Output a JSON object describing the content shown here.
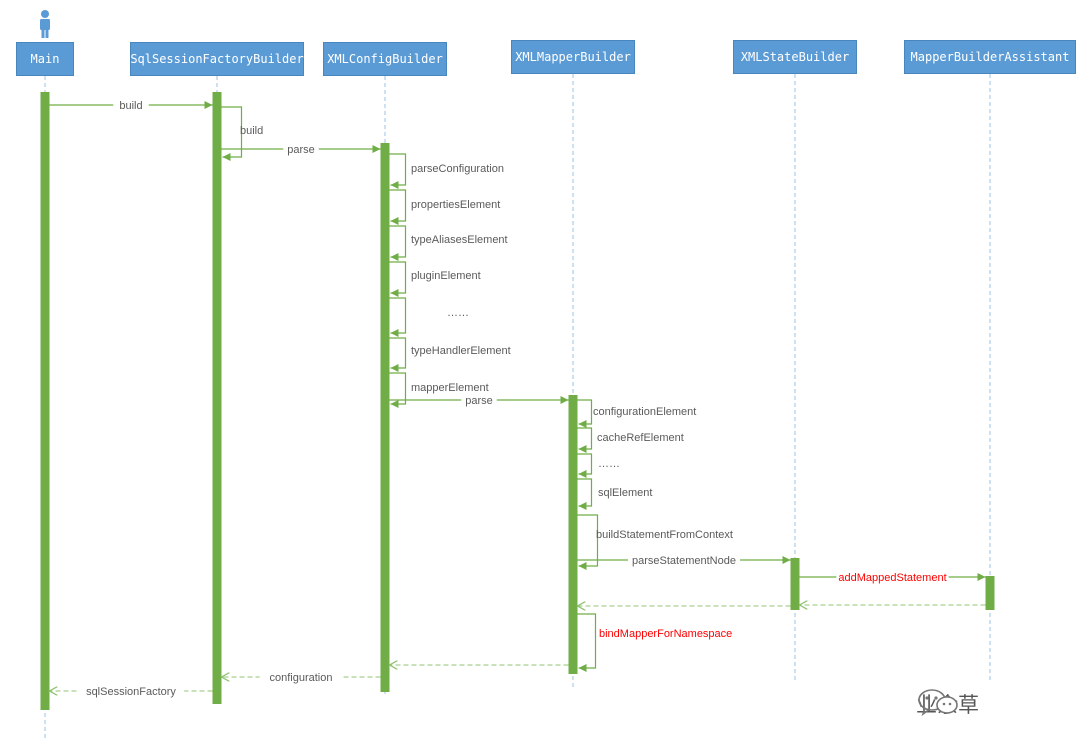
{
  "colors": {
    "header_fill": "#5b9bd5",
    "activation": "#70ad47",
    "message": "#70ad47",
    "return": "#a9d18e",
    "lifeline": "#9dc3e6",
    "label": "#5a5a5a",
    "highlight": "#ff0000"
  },
  "actor": {
    "icon": "person-icon"
  },
  "participants": [
    {
      "id": "main",
      "label": "Main"
    },
    {
      "id": "ssfb",
      "label": "SqlSessionFactoryBuilder"
    },
    {
      "id": "xcb",
      "label": "XMLConfigBuilder"
    },
    {
      "id": "xmb",
      "label": "XMLMapperBuilder"
    },
    {
      "id": "xsb",
      "label": "XMLStateBuilder"
    },
    {
      "id": "mba",
      "label": "MapperBuilderAssistant"
    }
  ],
  "messages": [
    {
      "label": "build",
      "from": "main",
      "to": "ssfb",
      "kind": "call"
    },
    {
      "label": "build",
      "from": "ssfb",
      "to": "ssfb",
      "kind": "self"
    },
    {
      "label": "parse",
      "from": "ssfb",
      "to": "xcb",
      "kind": "call"
    },
    {
      "label": "parseConfiguration",
      "from": "xcb",
      "to": "xcb",
      "kind": "self"
    },
    {
      "label": "propertiesElement",
      "from": "xcb",
      "to": "xcb",
      "kind": "self"
    },
    {
      "label": "typeAliasesElement",
      "from": "xcb",
      "to": "xcb",
      "kind": "self"
    },
    {
      "label": "pluginElement",
      "from": "xcb",
      "to": "xcb",
      "kind": "self"
    },
    {
      "label": "……",
      "from": "xcb",
      "to": "xcb",
      "kind": "self"
    },
    {
      "label": "typeHandlerElement",
      "from": "xcb",
      "to": "xcb",
      "kind": "self"
    },
    {
      "label": "mapperElement",
      "from": "xcb",
      "to": "xcb",
      "kind": "self"
    },
    {
      "label": "parse",
      "from": "xcb",
      "to": "xmb",
      "kind": "call"
    },
    {
      "label": "configurationElement",
      "from": "xmb",
      "to": "xmb",
      "kind": "self"
    },
    {
      "label": "cacheRefElement",
      "from": "xmb",
      "to": "xmb",
      "kind": "self"
    },
    {
      "label": "……",
      "from": "xmb",
      "to": "xmb",
      "kind": "self"
    },
    {
      "label": "sqlElement",
      "from": "xmb",
      "to": "xmb",
      "kind": "self"
    },
    {
      "label": "buildStatementFromContext",
      "from": "xmb",
      "to": "xmb",
      "kind": "self"
    },
    {
      "label": "parseStatementNode",
      "from": "xmb",
      "to": "xsb",
      "kind": "call"
    },
    {
      "label": "addMappedStatement",
      "from": "xsb",
      "to": "mba",
      "kind": "call",
      "highlight": true
    },
    {
      "label": "",
      "from": "mba",
      "to": "xsb",
      "kind": "return"
    },
    {
      "label": "",
      "from": "xsb",
      "to": "xmb",
      "kind": "return"
    },
    {
      "label": "bindMapperForNamespace",
      "from": "xmb",
      "to": "xmb",
      "kind": "self",
      "highlight": true
    },
    {
      "label": "",
      "from": "xmb",
      "to": "xcb",
      "kind": "return"
    },
    {
      "label": "configuration",
      "from": "xcb",
      "to": "ssfb",
      "kind": "return"
    },
    {
      "label": "sqlSessionFactory",
      "from": "ssfb",
      "to": "main",
      "kind": "return"
    }
  ],
  "watermark": {
    "icon": "wechat-icon",
    "text": "业余草"
  }
}
